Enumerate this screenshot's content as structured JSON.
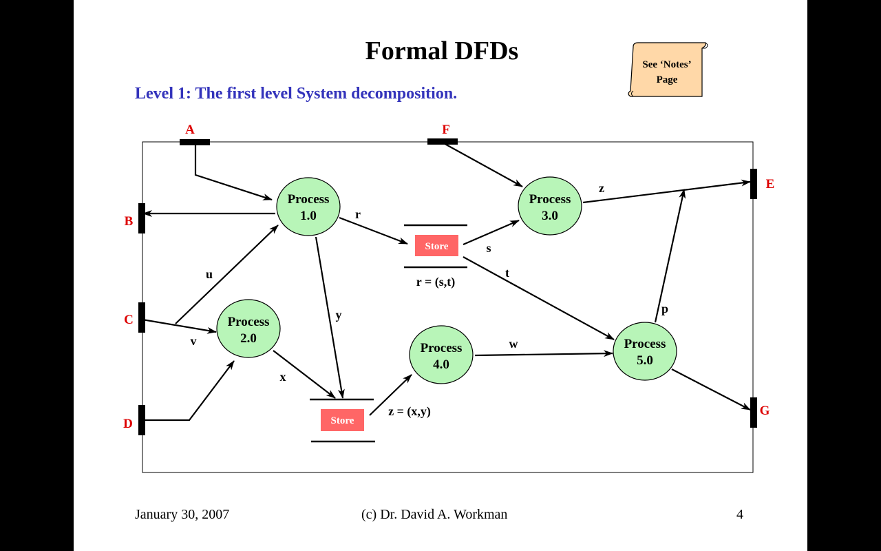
{
  "slide": {
    "title": "Formal DFDs",
    "subtitle": "Level 1: The first level System decomposition.",
    "note": {
      "line1": "See ‘Notes’",
      "line2": "Page"
    },
    "footer": {
      "date": "January 30, 2007",
      "author": "(c) Dr. David A. Workman",
      "page": "4"
    }
  },
  "diagram": {
    "processes": [
      {
        "id": "p1",
        "line1": "Process",
        "line2": "1.0"
      },
      {
        "id": "p2",
        "line1": "Process",
        "line2": "2.0"
      },
      {
        "id": "p3",
        "line1": "Process",
        "line2": "3.0"
      },
      {
        "id": "p4",
        "line1": "Process",
        "line2": "4.0"
      },
      {
        "id": "p5",
        "line1": "Process",
        "line2": "5.0"
      }
    ],
    "stores": [
      {
        "id": "s1",
        "label": "Store",
        "caption": "r = (s,t)"
      },
      {
        "id": "s2",
        "label": "Store",
        "caption": "z = (x,y)"
      }
    ],
    "terminals": [
      "A",
      "B",
      "C",
      "D",
      "E",
      "F",
      "G"
    ],
    "flows": [
      "r",
      "s",
      "t",
      "u",
      "v",
      "x",
      "y",
      "w",
      "p",
      "z"
    ]
  },
  "colors": {
    "process_fill": "#b8f5b8",
    "store_fill": "#ff6666",
    "terminal_label": "#dd0000",
    "subtitle": "#3333bb",
    "note_fill": "#ffd8a8"
  }
}
